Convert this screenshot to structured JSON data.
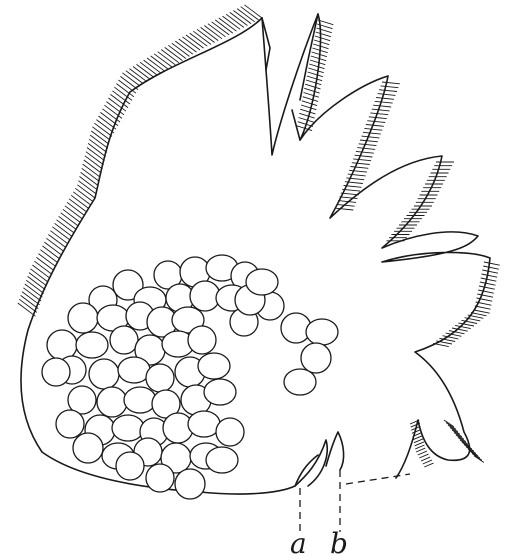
{
  "figure": {
    "labels": {
      "a": "a",
      "b": "b"
    },
    "egg_count": 58,
    "ink_color": "#1a1a1a",
    "background": "#ffffff"
  }
}
